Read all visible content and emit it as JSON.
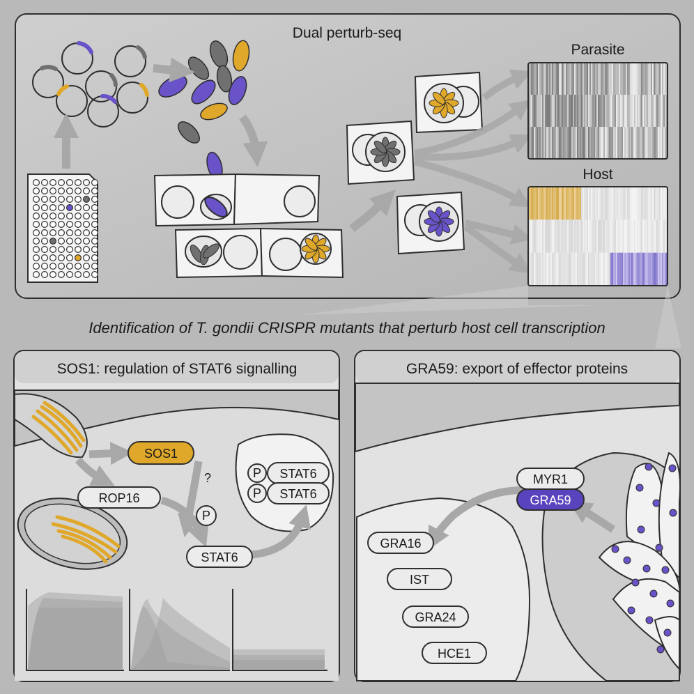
{
  "top_panel": {
    "title": "Dual perturb-seq",
    "heatmap_parasite_label": "Parasite",
    "heatmap_host_label": "Host"
  },
  "subtitle": "Identification of T. gondii CRISPR mutants that perturb host cell transcription",
  "left_panel": {
    "title": "SOS1: regulation of STAT6 signalling",
    "sos1": "SOS1",
    "question": "?",
    "rop16": "ROP16",
    "p": "P",
    "stat6": "STAT6"
  },
  "right_panel": {
    "title": "GRA59: export of effector proteins",
    "myr1": "MYR1",
    "gra59": "GRA59",
    "gra16": "GRA16",
    "ist": "IST",
    "gra24": "GRA24",
    "hce1": "HCE1"
  },
  "colors": {
    "accent_yellow": "#e0a82a",
    "accent_purple": "#6a52c9",
    "dark_gray": "#707070",
    "outline": "#2e2e2e"
  }
}
